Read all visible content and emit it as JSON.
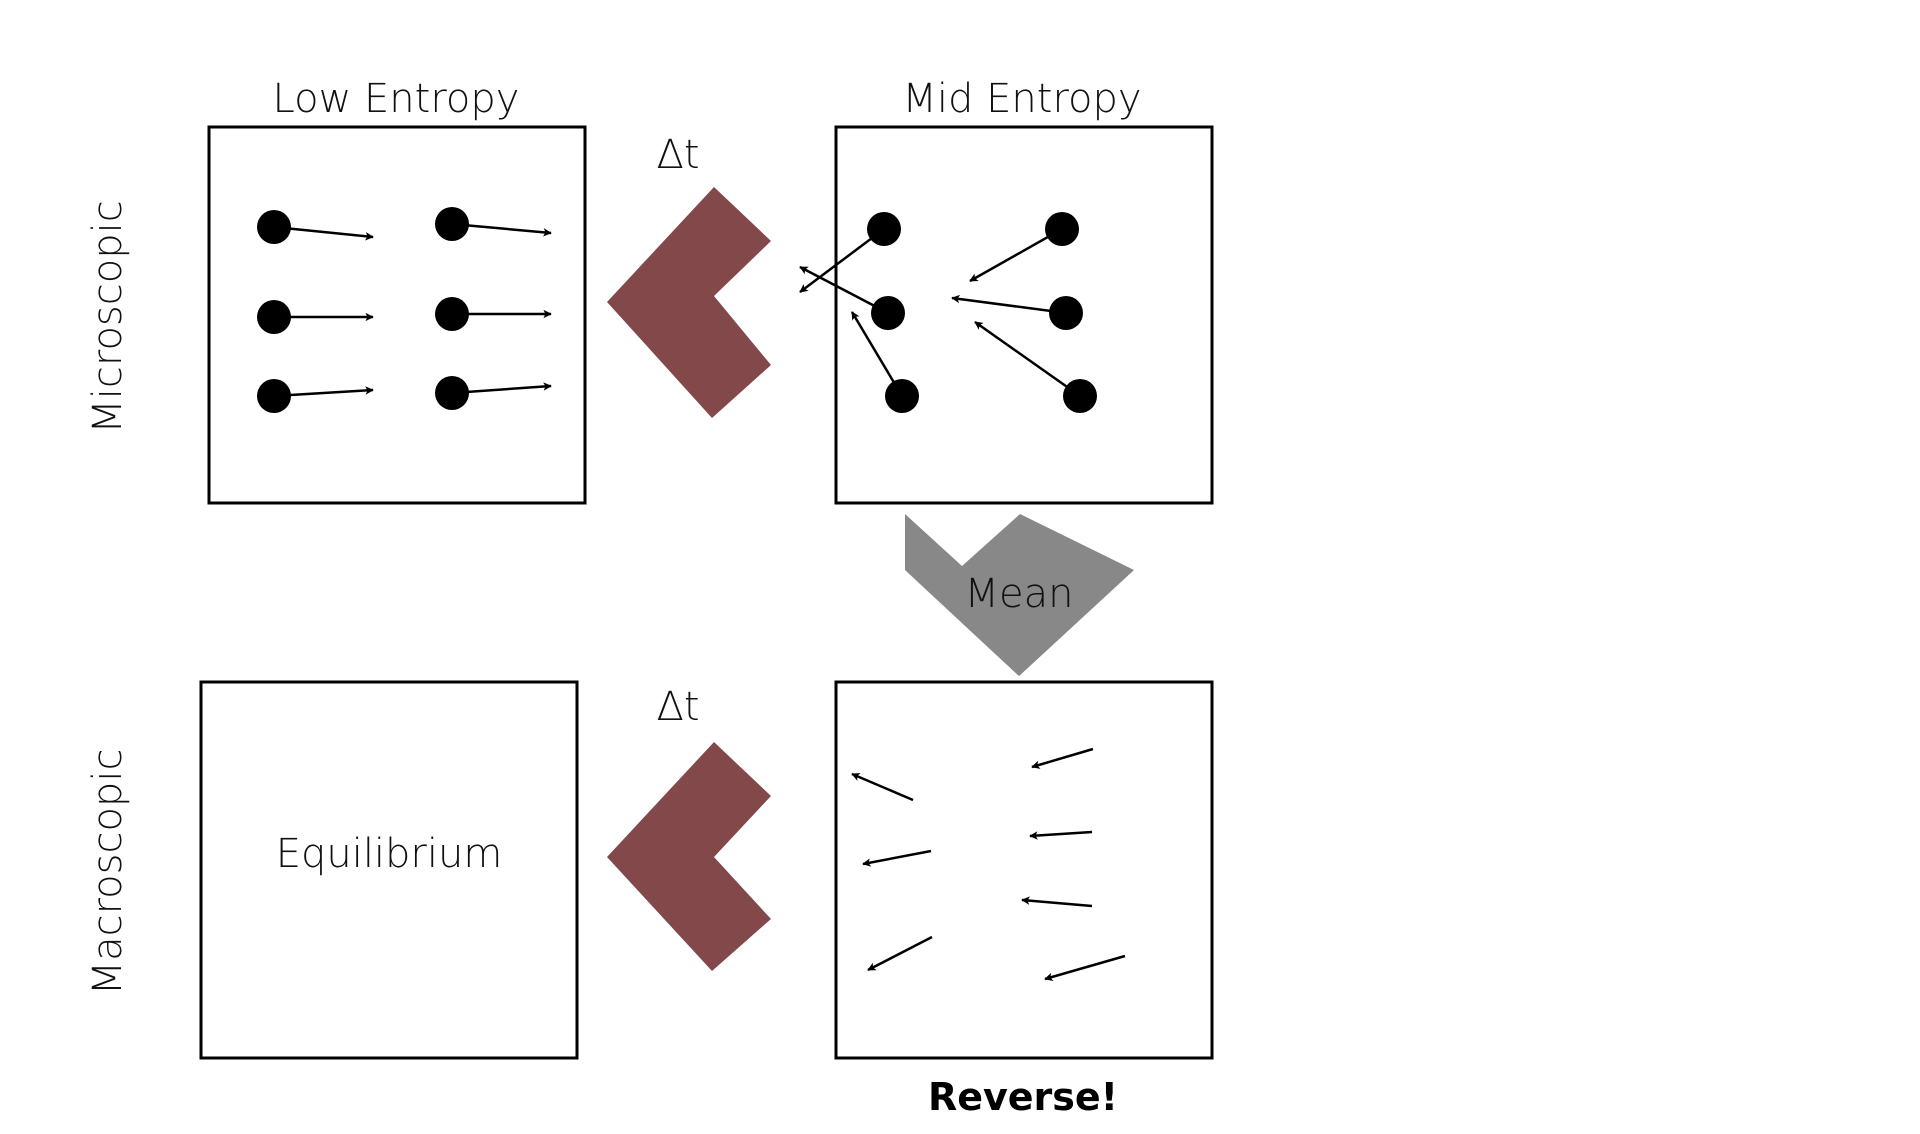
{
  "labels": {
    "low_entropy": "Low Entropy",
    "mid_entropy": "Mid Entropy",
    "microscopic": "Microscopic",
    "macroscopic": "Macroscopic",
    "delta_t_top": "Δt",
    "delta_t_bottom": "Δt",
    "mean": "Mean",
    "equilibrium": "Equilibrium",
    "reverse": "Reverse!"
  },
  "colors": {
    "time_step_arrow": "#834849",
    "mean_arrow": "#888888",
    "particle": "#000000",
    "box_border": "#000000"
  }
}
